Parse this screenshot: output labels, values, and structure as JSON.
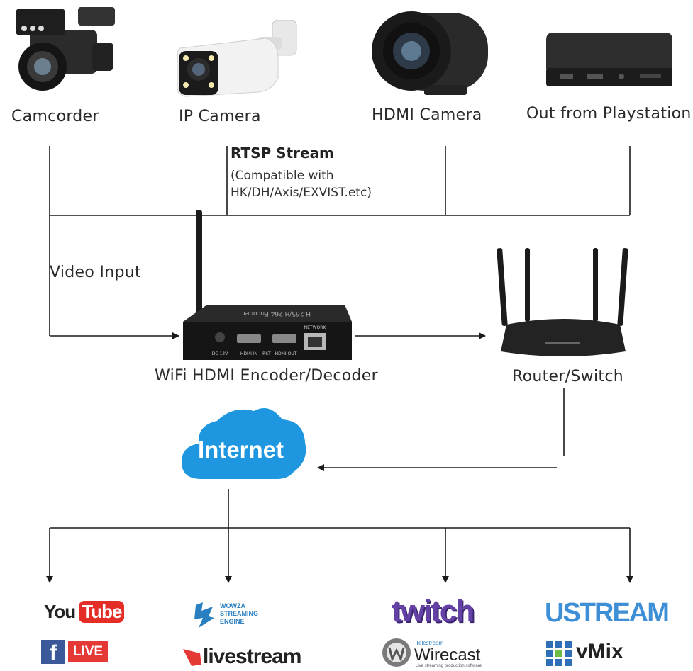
{
  "sources": {
    "camcorder": "Camcorder",
    "ip_camera": "IP Camera",
    "hdmi_camera": "HDMI Camera",
    "playstation": "Out from Playstation"
  },
  "rtsp": {
    "title": "RTSP Stream",
    "note_line1": "(Compatible with",
    "note_line2": "HK/DH/Axis/EXVIST.etc)"
  },
  "video_input_label": "Video Input",
  "encoder": {
    "label": "WiFi HDMI Encoder/Decoder",
    "port_dc": "DC 12V",
    "port_hdmi_in": "HDMI IN",
    "port_rst": "RST",
    "port_hdmi_out": "HDMI OUT",
    "port_network": "NETWORK",
    "top_print": "H.265/H.264 Encoder"
  },
  "router": {
    "label": "Router/Switch"
  },
  "internet": {
    "label": "Internet"
  },
  "platforms": {
    "youtube_you": "You",
    "youtube_tube": "Tube",
    "facebook_f": "f",
    "facebook_live": "LIVE",
    "wowza_line1": "WOWZA",
    "wowza_line2": "STREAMING",
    "wowza_line3": "ENGINE",
    "livestream": "livestream",
    "twitch": "twitch",
    "wirecast_brand": "Telestream",
    "wirecast": "Wirecast",
    "wirecast_sub": "Live streaming production software",
    "ustream": "USTREAM",
    "vmix": "vMix"
  },
  "colors": {
    "line": "#1a1a1a",
    "internet_cloud": "#1f97e0",
    "youtube_red": "#e52d27",
    "facebook_blue": "#3b5998",
    "live_red": "#e53935",
    "wowza_blue": "#2a7fc1",
    "twitch_purple": "#6441a5",
    "ustream_blue": "#3f8fd6",
    "vmix_blue": "#2e6fb7"
  }
}
